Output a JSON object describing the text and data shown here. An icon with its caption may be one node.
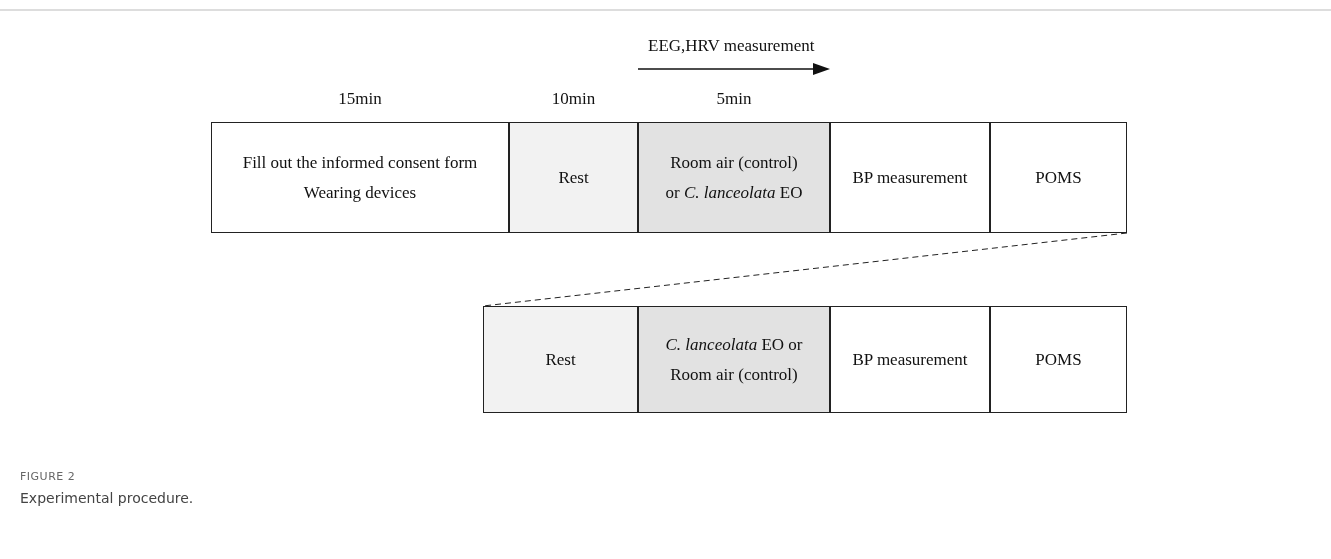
{
  "diagram": {
    "caption": "Experimental procedure.",
    "nodes": [
      {
        "text": [
          "Fill out the informed consent form",
          "Wearing devices"
        ],
        "beside": [
          "15min"
        ]
      },
      {
        "text": [
          "Rest"
        ],
        "beside": [
          "10min"
        ]
      },
      {
        "text": [
          "Room air (control) or *C. lanceolata* EO"
        ],
        "beside": [
          "5min"
        ]
      },
      {
        "text": [
          "BP measurement"
        ]
      },
      {
        "text": [
          "POMS"
        ]
      },
      {
        "text": [
          "Rest"
        ]
      },
      {
        "text": [
          "*C. lanceolata* EO or Room air (control)"
        ]
      },
      {
        "text": [
          "BP measurement"
        ]
      },
      {
        "text": [
          "POMS"
        ]
      }
    ],
    "edges": [
      {
        "from": 4,
        "to": 5,
        "arrow": "none",
        "style": "dashed"
      }
    ],
    "labels": [
      "EEG,HRV measurement",
      "FIGURE 2"
    ]
  }
}
